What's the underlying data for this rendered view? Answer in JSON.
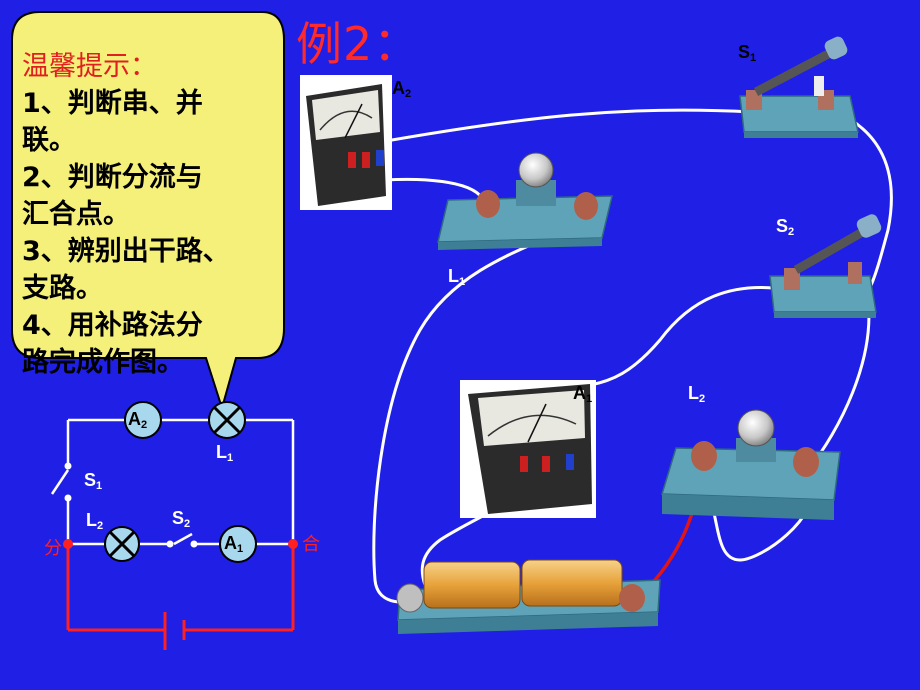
{
  "title": "例2：",
  "tip": {
    "heading": "温馨提示：",
    "lines": [
      "1、判断串、并",
      "联。",
      "2、判断分流与",
      "汇合点。",
      "3、辨别出干路、",
      "支路。",
      "4、用补路法分",
      "路完成作图。"
    ]
  },
  "schematic": {
    "A2": {
      "main": "A",
      "sub": "2"
    },
    "L1": {
      "main": "L",
      "sub": "1"
    },
    "S1": {
      "main": "S",
      "sub": "1"
    },
    "L2": {
      "main": "L",
      "sub": "2"
    },
    "S2": {
      "main": "S",
      "sub": "2"
    },
    "A1": {
      "main": "A",
      "sub": "1"
    },
    "split": "分",
    "merge": "合"
  },
  "apparatus": {
    "A2": {
      "main": "A",
      "sub": "2"
    },
    "S1": {
      "main": "S",
      "sub": "1"
    },
    "L1": {
      "main": "L",
      "sub": "1"
    },
    "S2": {
      "main": "S",
      "sub": "2"
    },
    "A1": {
      "main": "A",
      "sub": "1"
    },
    "L2": {
      "main": "L",
      "sub": "2"
    }
  },
  "colors": {
    "background": "#1f1fe6",
    "callout": "#f5f07a",
    "accent_red": "#ff2a2a",
    "base_plate": "#5fa3b8"
  }
}
